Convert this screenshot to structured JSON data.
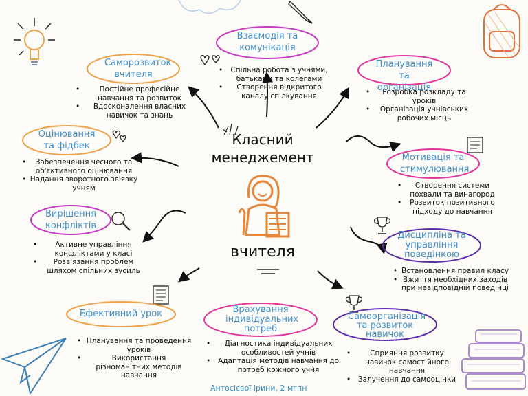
{
  "title_top": "Класний менеджемент",
  "title_bottom": "вчителя",
  "footer": "Антосієвої Ірини, 2 мгпн",
  "nodes": {
    "interaction": {
      "title": "Взаємодія та комунікація",
      "color": "#3f8fd0",
      "ring": "#c83cc4",
      "points": [
        "Спільна робота з учнями, батьками та колегами",
        "Створення відкритого каналу спілкування"
      ]
    },
    "self_dev": {
      "title": "Саморозвиток вчителя",
      "color": "#3f8fd0",
      "ring": "#f0a24a",
      "points": [
        "Постійне професійне навчання та розвиток",
        "Вдосконалення власних навичок та знань"
      ]
    },
    "planning": {
      "title": "Планування та організація",
      "color": "#3f8fd0",
      "ring": "#e0379c",
      "points": [
        "Розробка розкладу та уроків",
        "Організація учнівських робочих місць"
      ]
    },
    "assessment": {
      "title": "Оцінювання та фідбек",
      "color": "#3f8fd0",
      "ring": "#f0a24a",
      "points": [
        "Забезпечення чесного та об'єктивного оцінювання",
        "Надання зворотного зв'язку учням"
      ]
    },
    "motivation": {
      "title": "Мотивація та стимулювання",
      "color": "#3f8fd0",
      "ring": "#e0379c",
      "points": [
        "Створення системи похвали та винагород",
        "Розвиток позитивного підходу до навчання"
      ]
    },
    "conflicts": {
      "title": "Вирішення конфліктів",
      "color": "#3f8fd0",
      "ring": "#c83cc4",
      "points": [
        "Активне управління конфліктами у класі",
        "Розв'язання проблем шляхом спільних зусиль"
      ]
    },
    "discipline": {
      "title": "Дисципліна та управління поведінкою",
      "color": "#3f8fd0",
      "ring": "#5a2ea6",
      "points": [
        "Встановлення правил класу",
        "Вжиття необхідних заходів при невідповідній поведінці"
      ]
    },
    "lesson": {
      "title": "Ефективний урок",
      "color": "#3f8fd0",
      "ring": "#f0a24a",
      "points": [
        "Планування та проведення уроків",
        "Використання різноманітних методів навчання"
      ]
    },
    "needs": {
      "title": "Врахування індивідуальних потреб",
      "color": "#3f8fd0",
      "ring": "#e0379c",
      "points": [
        "Діагностика індивідуальних особливостей учнів",
        "Адаптація методів навчання до потреб кожного учня"
      ]
    },
    "selforg": {
      "title": "Самоорганізація та розвиток навичок",
      "color": "#3f8fd0",
      "ring": "#5a2ea6",
      "points": [
        "Сприяння розвитку навичок самостійного навчання",
        "Залучення до самооцінки"
      ]
    }
  },
  "icons": [
    "lightbulb-icon",
    "pencil-icon",
    "backpack-icon",
    "paper-plane-icon",
    "books-icon",
    "teacher-icon",
    "trophy-icon",
    "notebook-icon",
    "magnifier-icon",
    "heart-icon"
  ]
}
